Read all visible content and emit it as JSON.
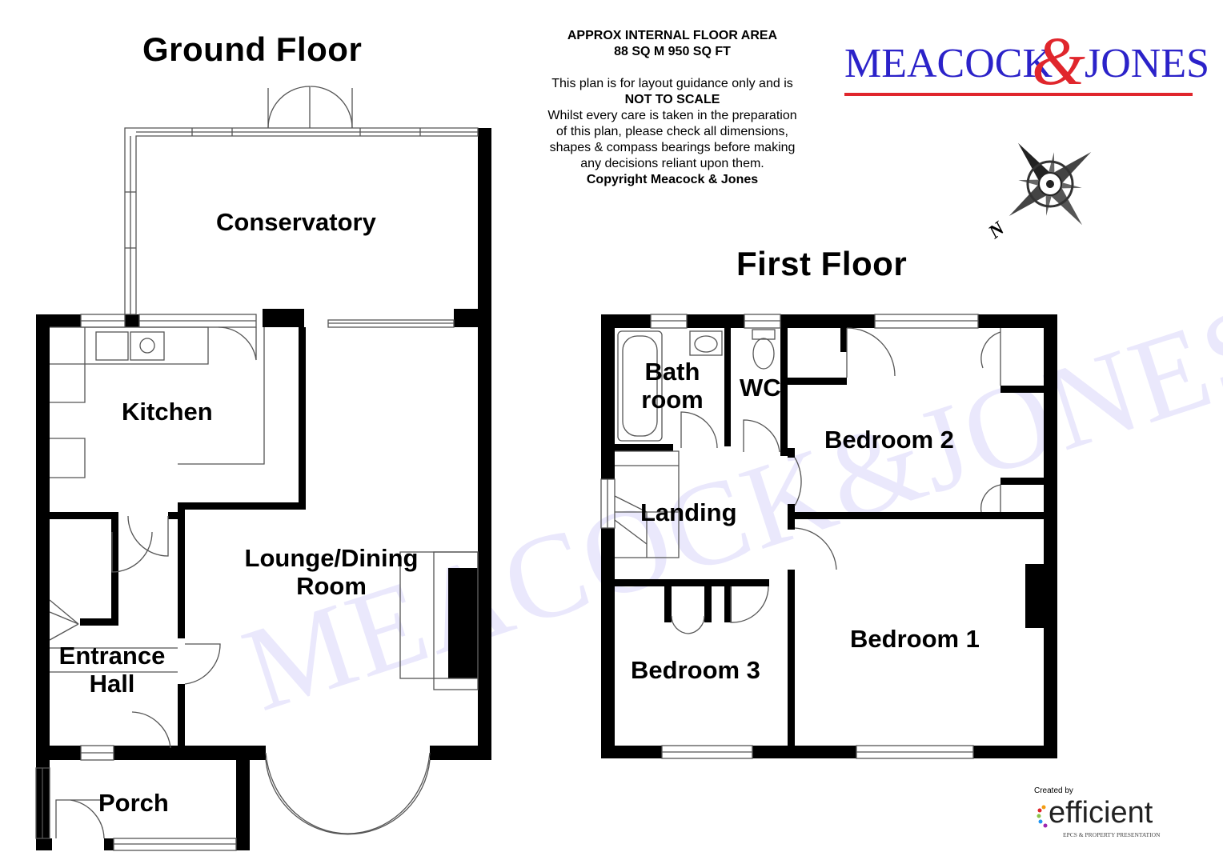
{
  "titles": {
    "ground_floor": "Ground Floor",
    "first_floor": "First Floor"
  },
  "info": {
    "line1": "APPROX INTERNAL FLOOR AREA",
    "line2": "88 SQ M 950 SQ FT",
    "disclaimer1": "This plan is for layout guidance only and is",
    "not_to_scale": "NOT TO SCALE",
    "disclaimer2": "Whilst every care is taken in the preparation",
    "disclaimer3": "of this plan, please check all dimensions,",
    "disclaimer4": "shapes & compass bearings before making",
    "disclaimer5": "any decisions reliant upon them.",
    "copyright": "Copyright Meacock & Jones"
  },
  "logo": {
    "left": "MEACOCK",
    "amp": "&",
    "right": "JONES",
    "brand_blue": "#2b22c9",
    "brand_red": "#e0262c"
  },
  "compass": {
    "north_label": "N"
  },
  "rooms": {
    "conservatory": "Conservatory",
    "kitchen": "Kitchen",
    "lounge_line1": "Lounge/Dining",
    "lounge_line2": "Room",
    "hall_line1": "Entrance",
    "hall_line2": "Hall",
    "porch": "Porch",
    "bathroom_line1": "Bath",
    "bathroom_line2": "room",
    "wc": "WC",
    "bedroom2": "Bedroom 2",
    "landing": "Landing",
    "bedroom3": "Bedroom 3",
    "bedroom1": "Bedroom 1"
  },
  "credit": {
    "created_by": "Created by",
    "brand": "efficient",
    "tagline": "EPCS & PROPERTY PRESENTATION"
  },
  "watermark": {
    "text": "MEACOCK&JONES"
  }
}
